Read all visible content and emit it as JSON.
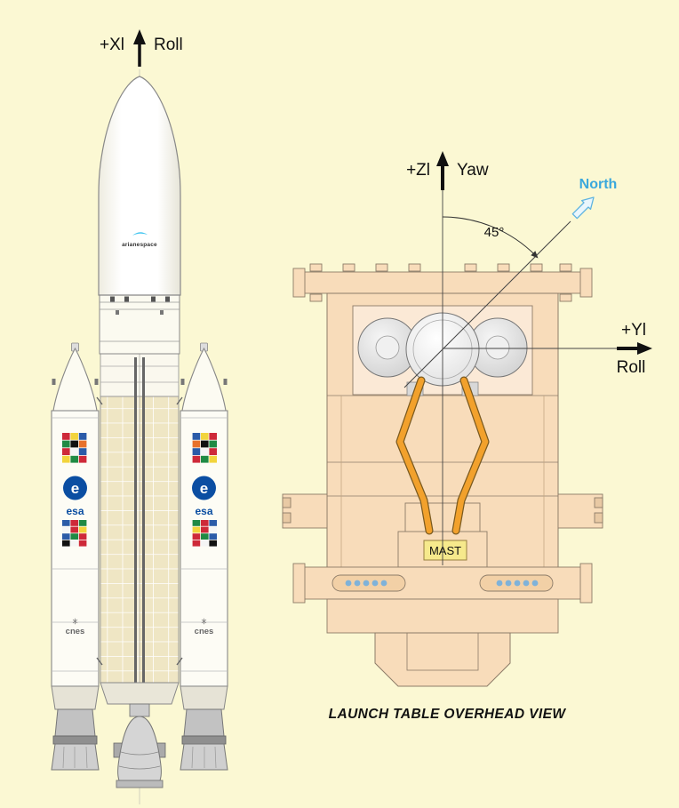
{
  "colors": {
    "background": "#FBF8D3",
    "table_fill": "#F8DCBA",
    "table_stroke": "#8C7B68",
    "strut_orange": "#F2A12C",
    "north_blue": "#3AA8DC",
    "mast_box_fill": "#F6E98C",
    "dot_blue": "#7FB2D9",
    "esa_blue": "#0B4EA2",
    "cork_beige": "#EFE6C4"
  },
  "left_diagram": {
    "axis": {
      "name": "+Xl",
      "motion": "Roll"
    },
    "rocket": {
      "fairing_logo": "arianespace",
      "esa_logo_letter": "e",
      "esa_wordmark": "esa",
      "cnes_wordmark": "cnes",
      "flag_colors_1": [
        "#CE2939",
        "#F2D43C",
        "#2B5BA8",
        "#1F8A44",
        "#111111",
        "#E8712B",
        "#CE2939",
        "#F5F5F5",
        "#2B5BA8",
        "#F2D43C",
        "#1F8A44",
        "#CE2939"
      ],
      "flag_colors_2": [
        "#2B5BA8",
        "#CE2939",
        "#1F8A44",
        "#F5F5F5",
        "#CE2939",
        "#F2D43C",
        "#2B5BA8",
        "#1F8A44",
        "#CE2939",
        "#111111",
        "#F5F5F5",
        "#CE2939"
      ]
    }
  },
  "right_diagram": {
    "vertical_axis": {
      "name": "+Zl",
      "motion": "Yaw"
    },
    "horizontal_axis": {
      "name": "+Yl",
      "motion": "Roll"
    },
    "north_label": "North",
    "angle_label": "45°",
    "mast_label": "MAST",
    "caption": "LAUNCH TABLE OVERHEAD VIEW"
  }
}
